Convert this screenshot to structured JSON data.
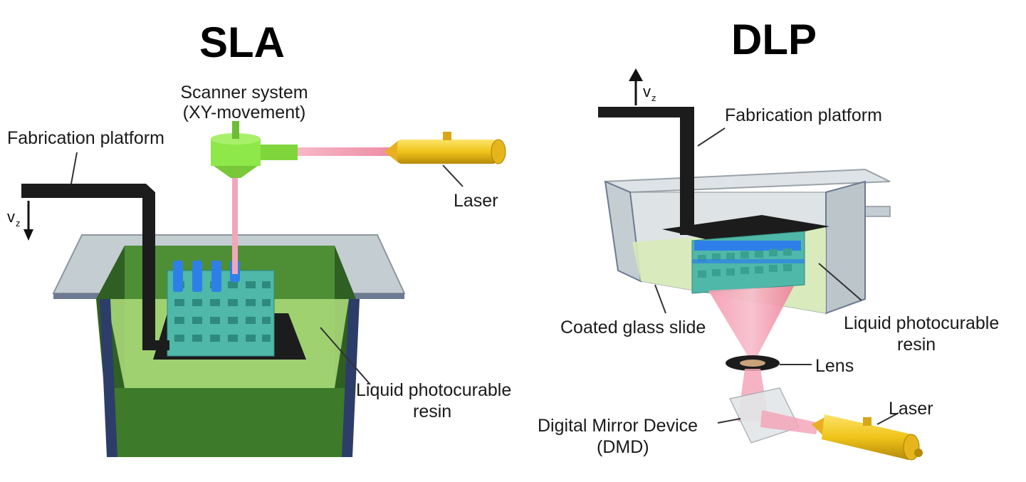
{
  "sla": {
    "title": "SLA",
    "scanner_label_line1": "Scanner system",
    "scanner_label_line2": "(XY-movement)",
    "platform_label": "Fabrication platform",
    "laser_label": "Laser",
    "velocity_label": "v",
    "velocity_subscript": "z",
    "resin_label_line1": "Liquid photocurable",
    "resin_label_line2": "resin"
  },
  "dlp": {
    "title": "DLP",
    "platform_label": "Fabrication platform",
    "velocity_label": "v",
    "velocity_subscript": "z",
    "glass_label": "Coated glass slide",
    "resin_label_line1": "Liquid photocurable",
    "resin_label_line2": "resin",
    "lens_label": "Lens",
    "laser_label": "Laser",
    "dmd_label_line1": "Digital Mirror Device",
    "dmd_label_line2": "(DMD)"
  },
  "colors": {
    "resin_dark": "#3d7a2a",
    "resin_light": "#a8d878",
    "scanner_green": "#8ee84a",
    "laser_yellow": "#f2cc1e",
    "laser_beam": "#f3a6b9",
    "part_blue": "#2f7fe8",
    "part_teal": "#4fb8a8",
    "tray_glass": "#c4cdd2",
    "platform": "#1c1c1c"
  }
}
